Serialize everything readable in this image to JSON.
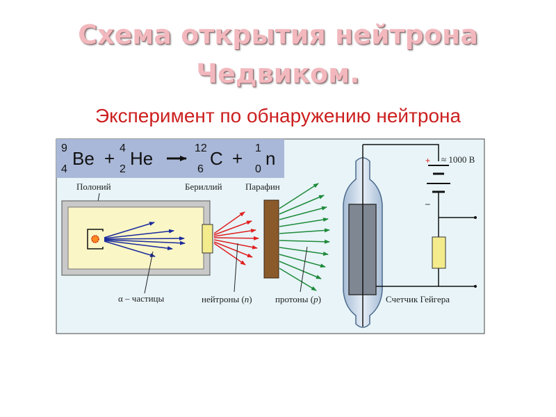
{
  "title": {
    "line1": "Схема открытия нейтрона",
    "line2": "Чедвиком."
  },
  "subtitle": "Эксперимент по обнаружению нейтрона",
  "equation": {
    "be": {
      "mass": "9",
      "charge": "4",
      "symbol": "Be"
    },
    "plus1": "+",
    "he": {
      "mass": "4",
      "charge": "2",
      "symbol": "He"
    },
    "c": {
      "mass": "12",
      "charge": "6",
      "symbol": "C"
    },
    "plus2": "+",
    "n": {
      "mass": "1",
      "charge": "0",
      "symbol": "n"
    }
  },
  "labels": {
    "polonium": "Полоний",
    "beryllium": "Бериллий",
    "paraffin": "Парафин",
    "alpha": "α – частицы",
    "neutrons_prefix": "нейтроны (",
    "neutrons_var": "n",
    "neutrons_suffix": ")",
    "protons_prefix": "протоны (",
    "protons_var": "p",
    "protons_suffix": ")",
    "geiger": "Счетчик Гейгера",
    "voltage": "≈ 1000 В",
    "plus_sign": "+",
    "minus_sign": "–"
  },
  "colors": {
    "title": "#f2b8bd",
    "subtitle": "#cc1f1f",
    "diagram_bg": "#e8f4f8",
    "equation_bg": "#a9b8d8",
    "alpha_arrows": "#1a2a9c",
    "neutron_arrows": "#e02020",
    "proton_arrows": "#1e8a3a",
    "beryllium": "#f4ec8c",
    "paraffin": "#8b5a2b",
    "resistor": "#f4ec8c"
  }
}
